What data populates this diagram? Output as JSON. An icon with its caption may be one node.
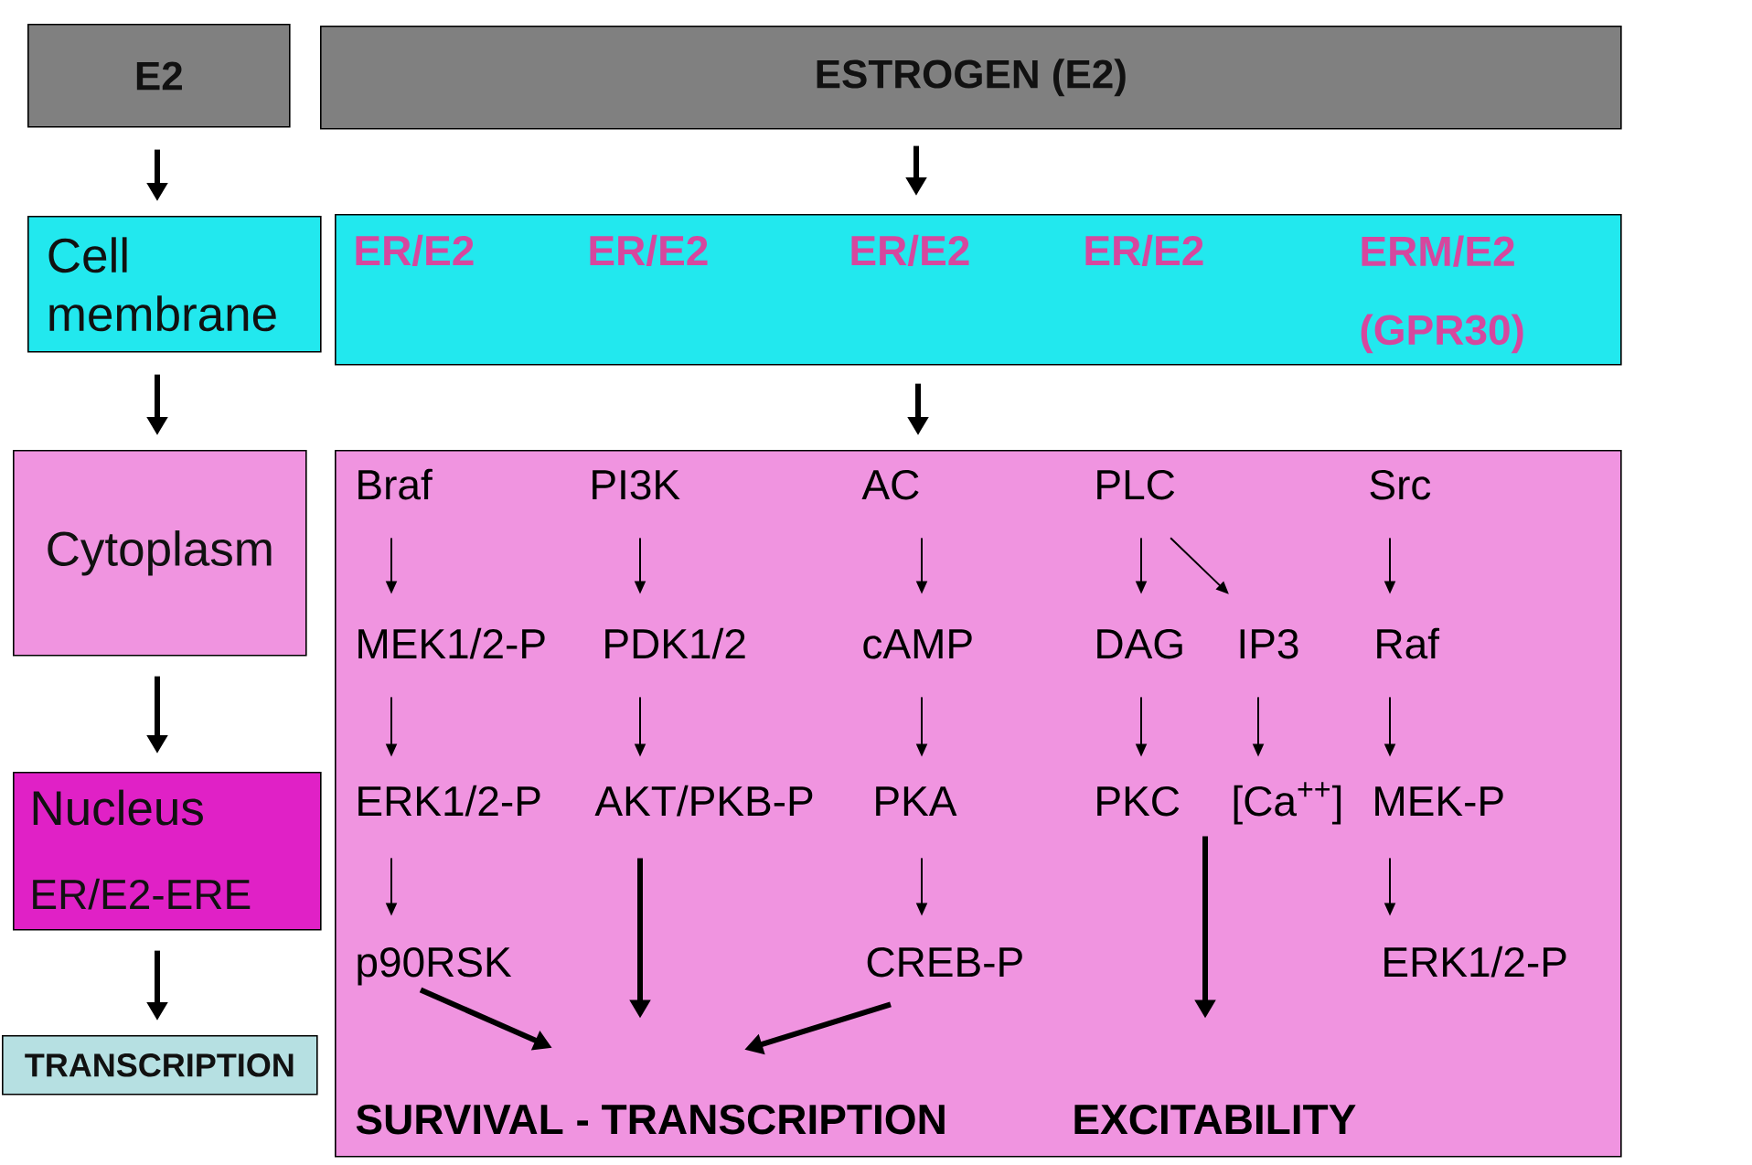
{
  "diagram": {
    "nodes": [
      {
        "text": [
          "E2"
        ]
      },
      {
        "text": [
          "ESTROGEN (E2)"
        ]
      },
      {
        "text": [
          "Cell membrane"
        ]
      },
      {
        "text": [
          "ER/E2",
          "ER/E2",
          "ER/E2",
          "ER/E2",
          "ERM/E2 (GPR30)"
        ]
      },
      {
        "text": [
          "Cytoplasm"
        ]
      },
      {
        "text": [],
        "shape": "box"
      },
      {
        "text": [
          "Braf"
        ],
        "in": 5
      },
      {
        "text": [
          "PI3K"
        ],
        "in": 5
      },
      {
        "text": [
          "AC"
        ],
        "in": 5
      },
      {
        "text": [
          "PLC"
        ],
        "in": 5
      },
      {
        "text": [
          "Src"
        ],
        "in": 5
      },
      {
        "text": [
          "MEK1/2-P"
        ],
        "in": 5
      },
      {
        "text": [
          "PDK1/2"
        ],
        "in": 5
      },
      {
        "text": [
          "cAMP"
        ],
        "in": 5
      },
      {
        "text": [
          "DAG"
        ],
        "in": 5
      },
      {
        "text": [
          "IP3"
        ],
        "in": 5
      },
      {
        "text": [
          "Raf"
        ],
        "in": 5
      },
      {
        "text": [
          "ERK1/2-P"
        ],
        "in": 5
      },
      {
        "text": [
          "AKT/PKB-P"
        ],
        "in": 5
      },
      {
        "text": [
          "PKA"
        ],
        "in": 5
      },
      {
        "text": [
          "PKC"
        ],
        "in": 5
      },
      {
        "text": [
          "[Ca$^{++}$]"
        ],
        "in": 5
      },
      {
        "text": [
          "MEK-P"
        ],
        "in": 5
      },
      {
        "text": [
          "p90RSK"
        ],
        "in": 5
      },
      {
        "text": [
          "CREB-P"
        ],
        "in": 5
      },
      {
        "text": [
          "ERK1/2-P"
        ],
        "in": 5
      },
      {
        "text": [
          "SURVIVAL - TRANSCRIPTION"
        ],
        "in": 5
      },
      {
        "text": [
          "EXCITABILITY"
        ],
        "in": 5
      },
      {
        "text": [
          "Nucleus",
          "ER/E2-ERE"
        ]
      },
      {
        "text": [
          "TRANSCRIPTION"
        ]
      }
    ],
    "edges": [
      {
        "from": 0,
        "to": 2,
        "arrow": "to",
        "style": "thick"
      },
      {
        "from": 2,
        "to": 4,
        "arrow": "to",
        "style": "thick"
      },
      {
        "from": 4,
        "to": 28,
        "arrow": "to",
        "style": "thick"
      },
      {
        "from": 28,
        "to": 29,
        "arrow": "to",
        "style": "thick"
      },
      {
        "from": 1,
        "to": 3,
        "arrow": "to",
        "style": "thick"
      },
      {
        "from": 3,
        "to": 5,
        "arrow": "to",
        "style": "thick"
      },
      {
        "from": 6,
        "to": 11,
        "arrow": "to"
      },
      {
        "from": 7,
        "to": 12,
        "arrow": "to"
      },
      {
        "from": 8,
        "to": 13,
        "arrow": "to"
      },
      {
        "from": 9,
        "to": 14,
        "arrow": "to"
      },
      {
        "from": 9,
        "to": 15,
        "arrow": "to"
      },
      {
        "from": 10,
        "to": 16,
        "arrow": "to"
      },
      {
        "from": 11,
        "to": 17,
        "arrow": "to"
      },
      {
        "from": 12,
        "to": 18,
        "arrow": "to"
      },
      {
        "from": 13,
        "to": 19,
        "arrow": "to"
      },
      {
        "from": 14,
        "to": 20,
        "arrow": "to"
      },
      {
        "from": 15,
        "to": 21,
        "arrow": "to"
      },
      {
        "from": 16,
        "to": 22,
        "arrow": "to"
      },
      {
        "from": 17,
        "to": 23,
        "arrow": "to"
      },
      {
        "from": 18,
        "to": 26,
        "arrow": "to",
        "style": "thick"
      },
      {
        "from": 19,
        "to": 24,
        "arrow": "to"
      },
      {
        "from": 22,
        "to": 25,
        "arrow": "to"
      },
      {
        "from": 23,
        "to": 26,
        "arrow": "to",
        "style": "thick"
      },
      {
        "from": 24,
        "to": 26,
        "arrow": "to",
        "style": "thick"
      },
      {
        "from": 20,
        "to": 27,
        "arrow": "to",
        "style": "thick"
      },
      {
        "from": 21,
        "to": 27,
        "arrow": "to",
        "style": "thick"
      }
    ]
  }
}
